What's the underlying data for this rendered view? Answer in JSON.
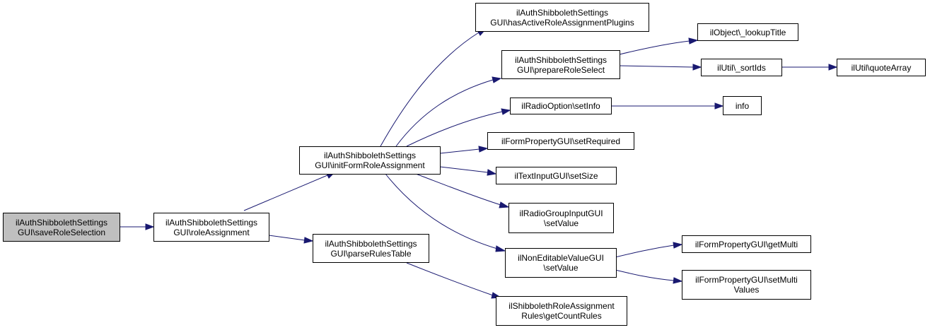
{
  "colors": {
    "edge": "#191970",
    "root_fill": "#bfbfbf",
    "node_fill": "#ffffff",
    "border": "#000000"
  },
  "nodes": {
    "save_role_selection": {
      "line1": "ilAuthShibbolethSettings",
      "line2": "GUI\\saveRoleSelection"
    },
    "role_assignment": {
      "line1": "ilAuthShibbolethSettings",
      "line2": "GUI\\roleAssignment"
    },
    "init_form_role_assignment": {
      "line1": "ilAuthShibbolethSettings",
      "line2": "GUI\\initFormRoleAssignment"
    },
    "parse_rules_table": {
      "line1": "ilAuthShibbolethSettings",
      "line2": "GUI\\parseRulesTable"
    },
    "has_active_role_assignment_plugins": {
      "line1": "ilAuthShibbolethSettings",
      "line2": "GUI\\hasActiveRoleAssignmentPlugins"
    },
    "prepare_role_select": {
      "line1": "ilAuthShibbolethSettings",
      "line2": "GUI\\prepareRoleSelect"
    },
    "radio_option_set_info": {
      "line1": "ilRadioOption\\setInfo"
    },
    "form_property_set_required": {
      "line1": "ilFormPropertyGUI\\setRequired"
    },
    "text_input_set_size": {
      "line1": "ilTextInputGUI\\setSize"
    },
    "radio_group_set_value": {
      "line1": "ilRadioGroupInputGUI",
      "line2": "\\setValue"
    },
    "non_editable_set_value": {
      "line1": "ilNonEditableValueGUI",
      "line2": "\\setValue"
    },
    "get_count_rules": {
      "line1": "ilShibbolethRoleAssignment",
      "line2": "Rules\\getCountRules"
    },
    "lookup_title": {
      "line1": "ilObject\\_lookupTitle"
    },
    "sort_ids": {
      "line1": "ilUtil\\_sortIds"
    },
    "quote_array": {
      "line1": "ilUtil\\quoteArray"
    },
    "info": {
      "line1": "info"
    },
    "get_multi": {
      "line1": "ilFormPropertyGUI\\getMulti"
    },
    "set_multi_values": {
      "line1": "ilFormPropertyGUI\\setMulti",
      "line2": "Values"
    }
  }
}
